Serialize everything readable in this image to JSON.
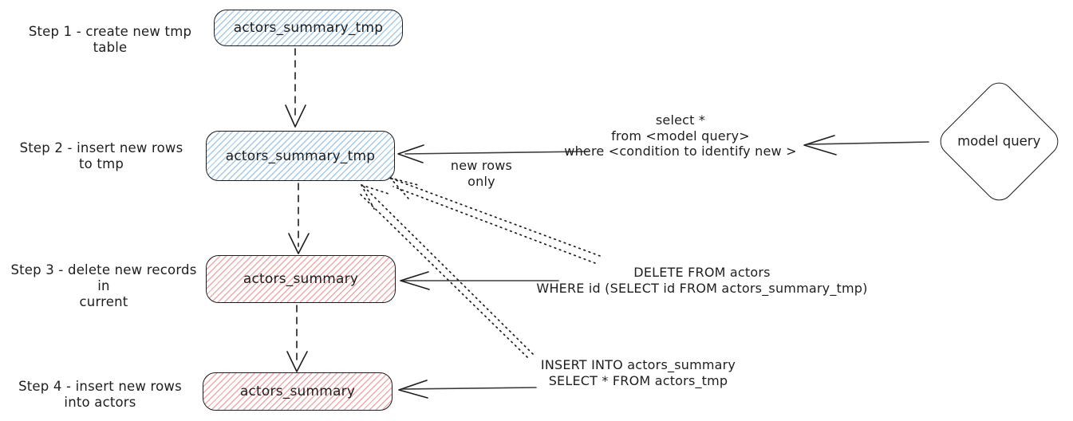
{
  "steps": {
    "step1": {
      "label": "Step 1 - create new tmp table",
      "node": "actors_summary_tmp"
    },
    "step2": {
      "label": "Step 2 - insert new rows\nto tmp",
      "node": "actors_summary_tmp"
    },
    "step3": {
      "label": "Step 3 - delete new records in\ncurrent",
      "node": "actors_summary"
    },
    "step4": {
      "label": "Step 4 - insert new rows\ninto actors",
      "node": "actors_summary"
    }
  },
  "nodes": {
    "model_query": "model query"
  },
  "annotations": {
    "new_rows_only": "new rows only",
    "select_query": "select *\nfrom <model query>\nwhere <condition to identify new >",
    "delete_query": "DELETE FROM actors\nWHERE id (SELECT id FROM actors_summary_tmp)",
    "insert_query": "INSERT INTO actors_summary\nSELECT * FROM actors_tmp"
  },
  "colors": {
    "stroke": "#1e1e1e",
    "blue_hatch": "#a5c9e8",
    "red_hatch": "#f0a8a8",
    "background": "#ffffff"
  }
}
